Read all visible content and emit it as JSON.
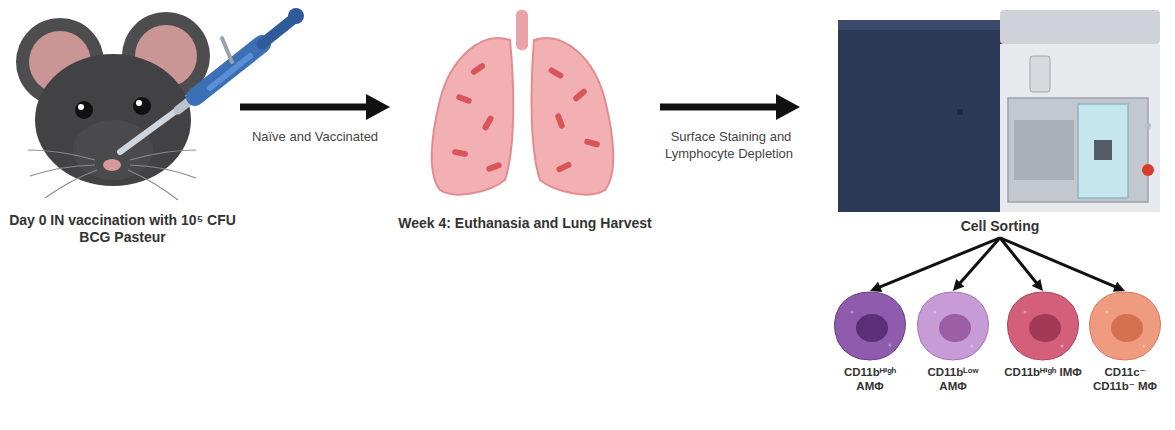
{
  "diagram": {
    "nodes": [
      {
        "text": [
          "Day 0 IN vaccination with 10⁵ CFU BCG Pasteur"
        ]
      },
      {
        "text": [
          "Week 4: Euthanasia and Lung Harvest"
        ]
      },
      {
        "text": [
          "Cell Sorting"
        ]
      },
      {
        "text": [
          "CD11bᴴⁱᵍʰ AMΦ"
        ]
      },
      {
        "text": [
          "CD11bᴸᵒʷ AMΦ"
        ]
      },
      {
        "text": [
          "CD11bᴴⁱᵍʰ IMΦ"
        ]
      },
      {
        "text": [
          "CD11c⁻ CD11b⁻ MΦ"
        ]
      }
    ],
    "edges": [
      {
        "from": 0,
        "to": 1,
        "arrow": "to",
        "label": "Naïve and Vaccinated"
      },
      {
        "from": 1,
        "to": 2,
        "arrow": "to",
        "label": "Surface Staining and Lymphocyte Depletion"
      },
      {
        "from": 2,
        "to": 3,
        "arrow": "to"
      },
      {
        "from": 2,
        "to": 4,
        "arrow": "to"
      },
      {
        "from": 2,
        "to": 5,
        "arrow": "to"
      },
      {
        "from": 2,
        "to": 6,
        "arrow": "to"
      }
    ]
  }
}
